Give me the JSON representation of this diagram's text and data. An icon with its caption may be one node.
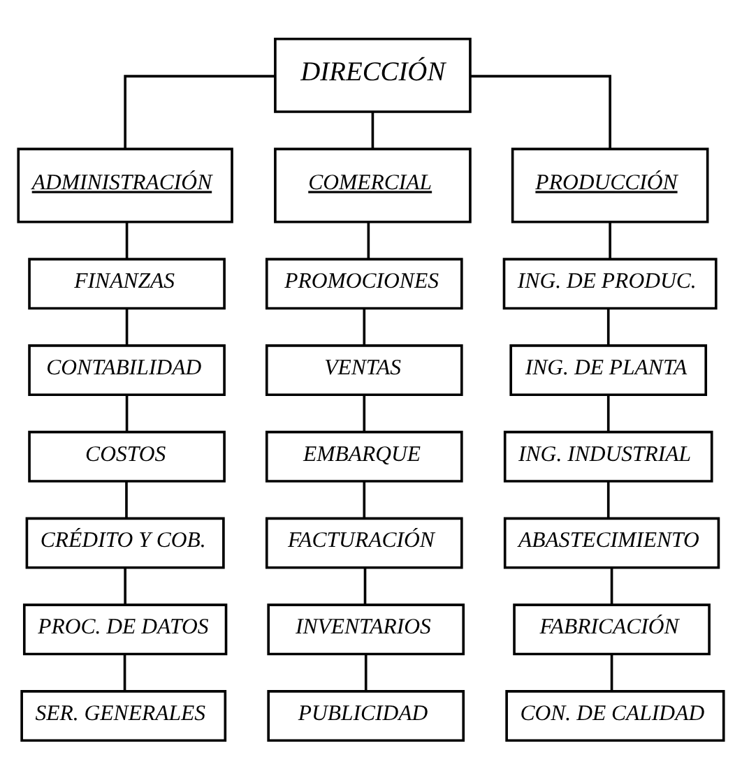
{
  "diagram": {
    "nodes": [
      {
        "text": [
          "DIRECCIÓN"
        ]
      },
      {
        "text": [
          "ADMINISTRACIÓN"
        ]
      },
      {
        "text": [
          "COMERCIAL"
        ]
      },
      {
        "text": [
          "PRODUCCIÓN"
        ]
      },
      {
        "text": [
          "FINANZAS"
        ]
      },
      {
        "text": [
          "PROMOCIONES"
        ]
      },
      {
        "text": [
          "ING. DE PRODUC."
        ]
      },
      {
        "text": [
          "CONTABILIDAD"
        ]
      },
      {
        "text": [
          "VENTAS"
        ]
      },
      {
        "text": [
          "ING. DE PLANTA"
        ]
      },
      {
        "text": [
          "COSTOS"
        ]
      },
      {
        "text": [
          "EMBARQUE"
        ]
      },
      {
        "text": [
          "ING. INDUSTRIAL"
        ]
      },
      {
        "text": [
          "CRÉDITO Y COB."
        ]
      },
      {
        "text": [
          "FACTURACIÓN"
        ]
      },
      {
        "text": [
          "ABASTECIMIENTO"
        ]
      },
      {
        "text": [
          "PROC. DE DATOS"
        ]
      },
      {
        "text": [
          "INVENTARIOS"
        ]
      },
      {
        "text": [
          "FABRICACIÓN"
        ]
      },
      {
        "text": [
          "SER. GENERALES"
        ]
      },
      {
        "text": [
          "PUBLICIDAD"
        ]
      },
      {
        "text": [
          "CON. DE CALIDAD"
        ]
      }
    ],
    "edges": [
      {
        "from": 0,
        "to": 1,
        "arrow": "none"
      },
      {
        "from": 0,
        "to": 2,
        "arrow": "none"
      },
      {
        "from": 0,
        "to": 3,
        "arrow": "none"
      },
      {
        "from": 1,
        "to": 4,
        "arrow": "none"
      },
      {
        "from": 4,
        "to": 7,
        "arrow": "none"
      },
      {
        "from": 7,
        "to": 10,
        "arrow": "none"
      },
      {
        "from": 10,
        "to": 13,
        "arrow": "none"
      },
      {
        "from": 13,
        "to": 16,
        "arrow": "none"
      },
      {
        "from": 16,
        "to": 19,
        "arrow": "none"
      },
      {
        "from": 2,
        "to": 5,
        "arrow": "none"
      },
      {
        "from": 5,
        "to": 8,
        "arrow": "none"
      },
      {
        "from": 8,
        "to": 11,
        "arrow": "none"
      },
      {
        "from": 11,
        "to": 14,
        "arrow": "none"
      },
      {
        "from": 14,
        "to": 17,
        "arrow": "none"
      },
      {
        "from": 17,
        "to": 20,
        "arrow": "none"
      },
      {
        "from": 3,
        "to": 6,
        "arrow": "none"
      },
      {
        "from": 6,
        "to": 9,
        "arrow": "none"
      },
      {
        "from": 9,
        "to": 12,
        "arrow": "none"
      },
      {
        "from": 12,
        "to": 15,
        "arrow": "none"
      },
      {
        "from": 15,
        "to": 18,
        "arrow": "none"
      },
      {
        "from": 18,
        "to": 21,
        "arrow": "none"
      }
    ]
  }
}
